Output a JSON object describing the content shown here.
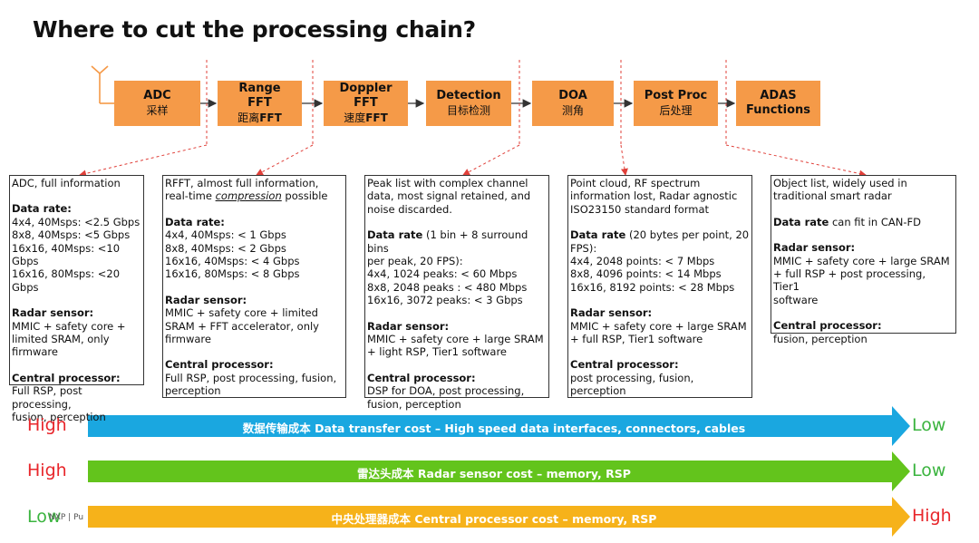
{
  "title": "Where to cut the processing chain?",
  "stages": [
    {
      "l1": "ADC",
      "l2": "采样"
    },
    {
      "l1": "Range",
      "l2": "FFT",
      "l3a": "距离",
      "l3b": "FFT"
    },
    {
      "l1": "Doppler",
      "l2": "FFT",
      "l3a": "速度",
      "l3b": "FFT"
    },
    {
      "l1": "Detection",
      "l2": "目标检测"
    },
    {
      "l1": "DOA",
      "l2": "测角"
    },
    {
      "l1": "Post Proc",
      "l2": "后处理"
    },
    {
      "l1": "ADAS",
      "l2": "Functions"
    }
  ],
  "boxes": [
    {
      "intro": [
        "ADC, full information"
      ],
      "rate_head": "Data rate:",
      "rate_extra": "",
      "rates": [
        "4x4, 40Msps:  <2.5 Gbps",
        "8x8, 40Msps:  <5 Gbps",
        "16x16, 40Msps: <10 Gbps",
        "16x16, 80Msps:  <20 Gbps"
      ],
      "sensor_head": "Radar sensor:",
      "sensor": [
        "MMIC + safety core +",
        "limited SRAM, only",
        "firmware"
      ],
      "central_head": "Central processor:",
      "central": [
        "Full RSP, post processing,",
        "fusion, perception"
      ]
    },
    {
      "intro": [
        "RFFT, almost full information,"
      ],
      "intro2_pre": "real-time ",
      "intro2_em": "compression",
      "intro2_post": " possible",
      "rate_head": "Data rate:",
      "rate_extra": "",
      "rates": [
        "4x4, 40Msps:  < 1 Gbps",
        "8x8, 40Msps:  < 2 Gbps",
        "16x16, 40Msps:  < 4 Gbps",
        "16x16, 80Msps:  < 8 Gbps"
      ],
      "sensor_head": "Radar sensor:",
      "sensor": [
        "MMIC + safety core + limited",
        "SRAM + FFT accelerator, only",
        "firmware"
      ],
      "central_head": "Central processor:",
      "central": [
        "Full RSP, post processing, fusion,",
        "perception"
      ]
    },
    {
      "intro": [
        "Peak list with complex channel",
        "data, most signal retained, and",
        "noise discarded."
      ],
      "rate_head": "Data rate",
      "rate_extra": " (1 bin + 8 surround bins",
      "rate_extra2": "per peak, 20 FPS):",
      "rates": [
        "4x4, 1024 peaks:  < 60 Mbps",
        "8x8, 2048 peaks :  < 480 Mbps",
        "16x16, 3072 peaks:  < 3 Gbps"
      ],
      "sensor_head": "Radar sensor:",
      "sensor": [
        "MMIC + safety core + large SRAM",
        "+ light RSP, Tier1 software"
      ],
      "central_head": "Central processor:",
      "central": [
        "DSP for DOA, post processing,",
        "fusion, perception"
      ]
    },
    {
      "intro": [
        "Point cloud, RF spectrum",
        "information lost, Radar agnostic",
        "ISO23150 standard format"
      ],
      "rate_head": "Data rate",
      "rate_extra": " (20 bytes per point, 20",
      "rate_extra2": "FPS):",
      "rates": [
        "4x4, 2048 points:  < 7 Mbps",
        "8x8, 4096 points:  < 14 Mbps",
        "16x16, 8192 points:  < 28 Mbps"
      ],
      "sensor_head": "Radar sensor:",
      "sensor": [
        "MMIC + safety core + large SRAM",
        "+ full RSP, Tier1 software"
      ],
      "central_head": "Central processor:",
      "central": [
        "post processing, fusion,",
        "perception"
      ]
    },
    {
      "intro": [
        "Object list, widely used in",
        "traditional smart radar"
      ],
      "rate_head": "Data rate",
      "rate_extra": " can fit in CAN-FD",
      "rates": [],
      "sensor_head": "Radar sensor:",
      "sensor": [
        "MMIC + safety core + large SRAM",
        "+ full RSP + post processing, Tier1",
        "software"
      ],
      "central_head": "Central processor:",
      "central": [
        "fusion, perception"
      ]
    }
  ],
  "cost_arrows": [
    {
      "left": "High",
      "right": "Low",
      "text": "数据传输成本 Data transfer cost – High speed data interfaces, connectors, cables",
      "color": "#1aa7e0",
      "left_color": "#e8262b",
      "right_color": "#3bb43f"
    },
    {
      "left": "High",
      "right": "Low",
      "text": "雷达头成本 Radar sensor cost – memory, RSP",
      "color": "#63c41c",
      "left_color": "#e8262b",
      "right_color": "#3bb43f"
    },
    {
      "left": "Low",
      "right": "High",
      "text": "中央处理器成本 Central processor cost – memory, RSP",
      "color": "#f6b21a",
      "left_color": "#3bb43f",
      "right_color": "#e8262b"
    }
  ],
  "footer": "NXP | Pu"
}
